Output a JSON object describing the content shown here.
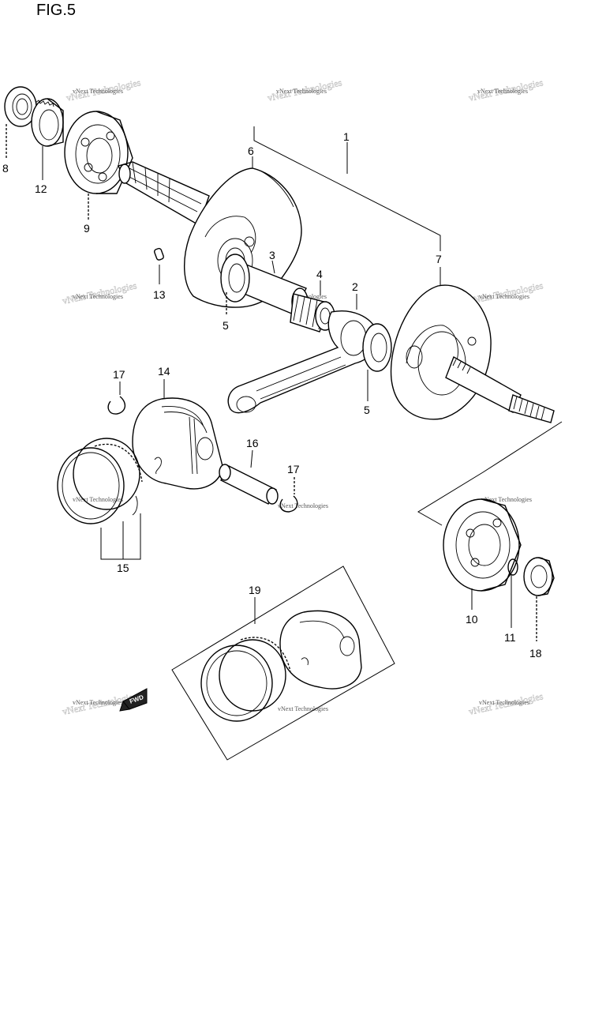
{
  "figure": {
    "title": "FIG.5"
  },
  "callouts": [
    {
      "id": "1",
      "label": "1"
    },
    {
      "id": "2",
      "label": "2"
    },
    {
      "id": "3",
      "label": "3"
    },
    {
      "id": "4",
      "label": "4"
    },
    {
      "id": "5a",
      "label": "5"
    },
    {
      "id": "5b",
      "label": "5"
    },
    {
      "id": "6",
      "label": "6"
    },
    {
      "id": "7",
      "label": "7"
    },
    {
      "id": "8",
      "label": "8"
    },
    {
      "id": "9",
      "label": "9"
    },
    {
      "id": "10",
      "label": "10"
    },
    {
      "id": "11",
      "label": "11"
    },
    {
      "id": "12",
      "label": "12"
    },
    {
      "id": "13",
      "label": "13"
    },
    {
      "id": "14",
      "label": "14"
    },
    {
      "id": "15",
      "label": "15"
    },
    {
      "id": "16",
      "label": "16"
    },
    {
      "id": "17a",
      "label": "17"
    },
    {
      "id": "17b",
      "label": "17"
    },
    {
      "id": "18",
      "label": "18"
    },
    {
      "id": "19",
      "label": "19"
    }
  ],
  "watermark": {
    "text": "vNext Technologies"
  },
  "fwd_arrow": {
    "label": "FWD"
  }
}
